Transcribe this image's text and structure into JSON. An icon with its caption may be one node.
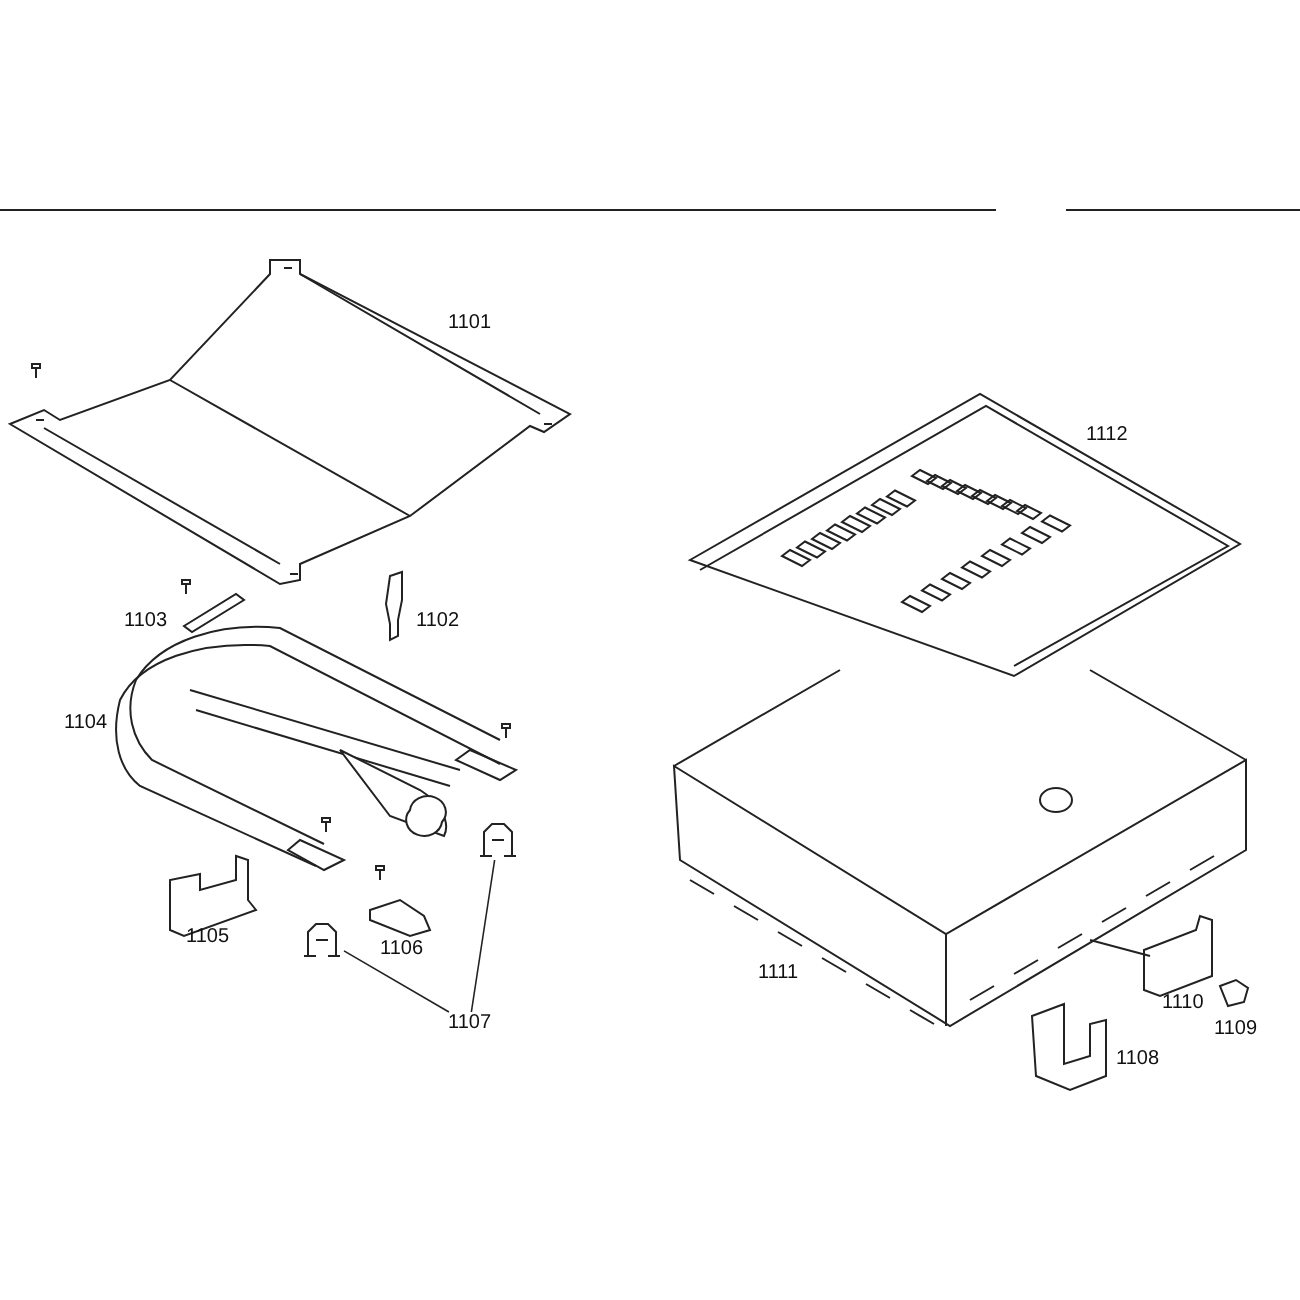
{
  "diagram": {
    "nodes": [
      {
        "text": [
          "1107"
        ]
      },
      {
        "text": [],
        "shape": "picture"
      },
      {
        "text": [],
        "shape": "picture"
      }
    ],
    "edges": [
      {
        "from": 0,
        "to": 1,
        "arrow": "none"
      },
      {
        "from": 0,
        "to": 2,
        "arrow": "none"
      }
    ],
    "labels": [
      "1101",
      "1112",
      "1103",
      "1102",
      "1104",
      "1105",
      "1106",
      "1111",
      "1110",
      "1109",
      "1108"
    ]
  }
}
